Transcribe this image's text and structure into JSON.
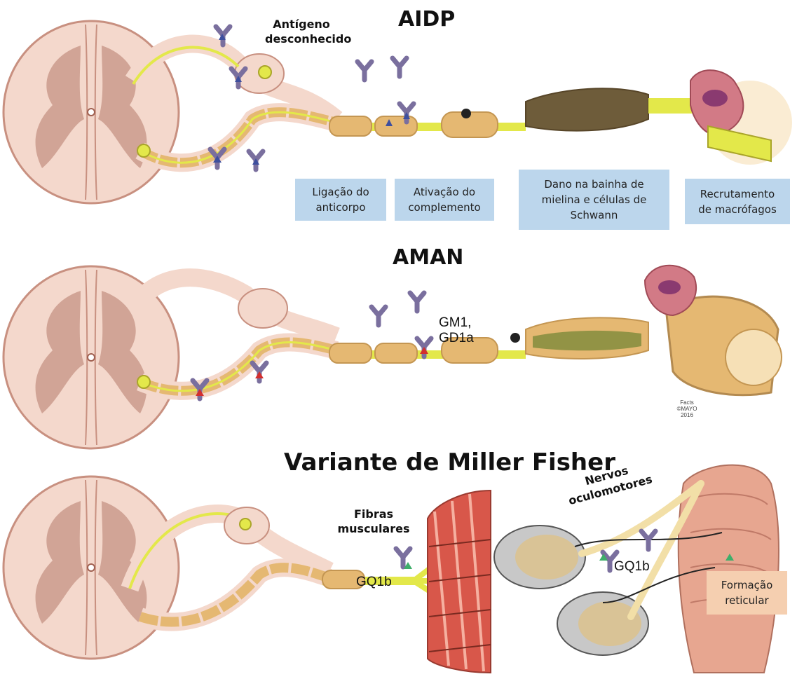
{
  "aidp": {
    "title": "AIDP",
    "antigen_label_1": "Antígeno",
    "antigen_label_2": "desconhecido",
    "steps": [
      {
        "line1": "Ligação do",
        "line2": "anticorpo",
        "line3": ""
      },
      {
        "line1": "Ativação do",
        "line2": "complemento",
        "line3": ""
      },
      {
        "line1": "Dano na bainha de",
        "line2": "mielina e células de",
        "line3": "Schwann"
      },
      {
        "line1": "Recrutamento",
        "line2": "de macrófagos",
        "line3": ""
      }
    ]
  },
  "aman": {
    "title": "AMAN",
    "antigen_label_1": "GM1,",
    "antigen_label_2": "GD1a",
    "credit_1": "Facts",
    "credit_2": "©MAYO",
    "credit_3": "2016"
  },
  "miller_fisher": {
    "title": "Variante de Miller Fisher",
    "muscle_label_1": "Fibras",
    "muscle_label_2": "musculares",
    "antigen_label": "GQ1b",
    "eye_antigen_label": "GQ1b",
    "nerve_label_1": "Nervos",
    "nerve_label_2": "oculomotores",
    "reticular_label_1": "Formação",
    "reticular_label_2": "reticular"
  },
  "colors": {
    "cord_fill": "#f4d8cc",
    "axon": "#e3e84a",
    "myelin": "#e5b872",
    "label_box": "#bcd6ec",
    "reticular_box": "#f5cfb0",
    "antibody": "#7a6f9e",
    "antigen_blue": "#3e4f9e",
    "antigen_red": "#d22f2f",
    "antigen_green": "#3fae6a"
  }
}
